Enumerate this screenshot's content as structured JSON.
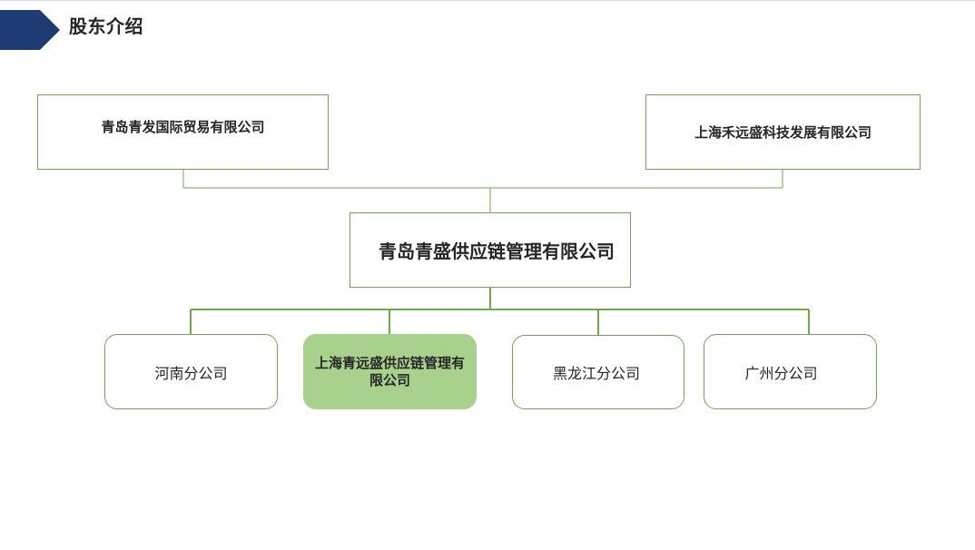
{
  "header": {
    "title": "股东介绍",
    "accent_color": "#1f3b73"
  },
  "org_chart": {
    "line_color": "#70a84f",
    "highlight_color": "#a9d18e",
    "shareholders": [
      {
        "name": "青岛青发国际贸易有限公司"
      },
      {
        "name": "上海禾远盛科技发展有限公司"
      }
    ],
    "company": {
      "name": "青岛青盛供应链管理有限公司"
    },
    "branches": [
      {
        "name": "河南分公司",
        "highlighted": false
      },
      {
        "name": "上海青远盛供应链管理有限公司",
        "highlighted": true
      },
      {
        "name": "黑龙江分公司",
        "highlighted": false
      },
      {
        "name": "广州分公司",
        "highlighted": false
      }
    ]
  }
}
